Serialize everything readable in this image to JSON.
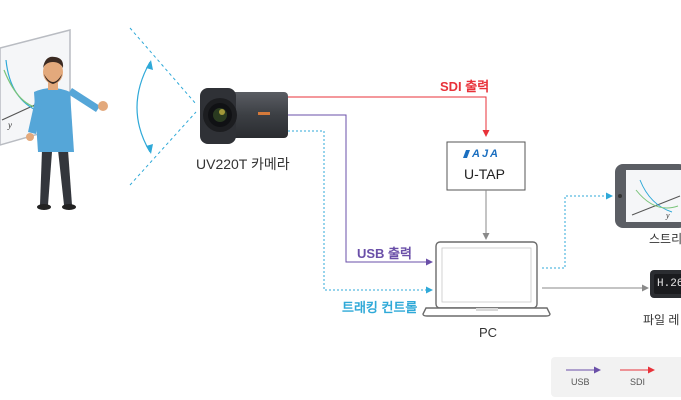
{
  "labels": {
    "camera": "UV220T 카메라",
    "sdi_out": "SDI 출력",
    "usb_out": "USB 출력",
    "tracking": "트래킹 컨트롤",
    "pc": "PC",
    "streaming": "스트리",
    "file_rec": "파일 레",
    "utap_brand": "AJA",
    "utap_model": "U-TAP",
    "h264": "H.26"
  },
  "legend": {
    "usb": "USB",
    "sdi": "SDI"
  },
  "colors": {
    "sdi": "#e8323a",
    "usb": "#6a4fa8",
    "tracking": "#2fa9d8",
    "gray_line": "#8a8a8a",
    "aja_blue": "#1b6fc0"
  },
  "icons": {
    "presenter": "presenter-icon",
    "camera": "camera-icon",
    "utap": "utap-device-icon",
    "laptop": "laptop-icon",
    "phone": "phone-icon",
    "recorder": "recorder-icon"
  }
}
